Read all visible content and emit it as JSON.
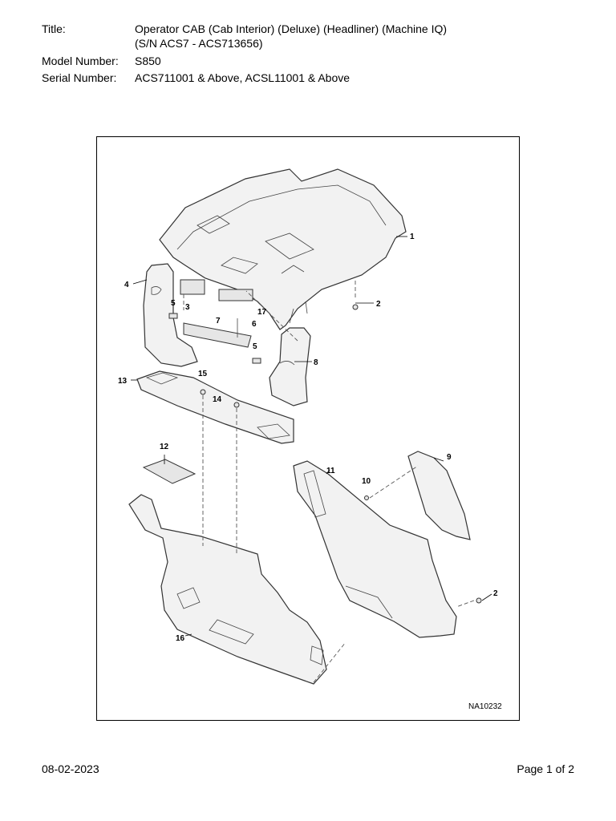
{
  "header": {
    "title_label": "Title:",
    "title_line1": "Operator CAB (Cab Interior) (Deluxe) (Headliner) (Machine IQ)",
    "title_line2": "(S/N ACS7 - ACS713656)",
    "model_label": "Model Number:",
    "model_value": "S850",
    "serial_label": "Serial Number:",
    "serial_value": "ACS711001 & Above, ACSL11001 & Above"
  },
  "figure": {
    "id": "NA10232",
    "callouts": {
      "c1": "1",
      "c2a": "2",
      "c2b": "2",
      "c3": "3",
      "c4": "4",
      "c5a": "5",
      "c5b": "5",
      "c6": "6",
      "c7": "7",
      "c8": "8",
      "c9": "9",
      "c10": "10",
      "c11": "11",
      "c12": "12",
      "c13": "13",
      "c14": "14",
      "c15": "15",
      "c16": "16",
      "c17": "17"
    }
  },
  "footer": {
    "date": "08-02-2023",
    "page": "Page 1 of 2"
  }
}
